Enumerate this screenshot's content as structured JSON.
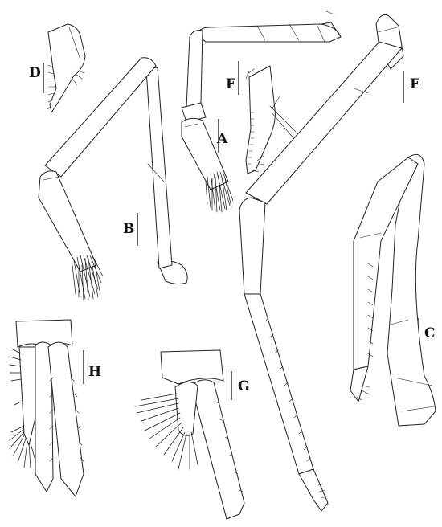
{
  "figure": {
    "panel_labels": {
      "A": "A",
      "B": "B",
      "C": "C",
      "D": "D",
      "E": "E",
      "F": "F",
      "G": "G",
      "H": "H"
    }
  }
}
